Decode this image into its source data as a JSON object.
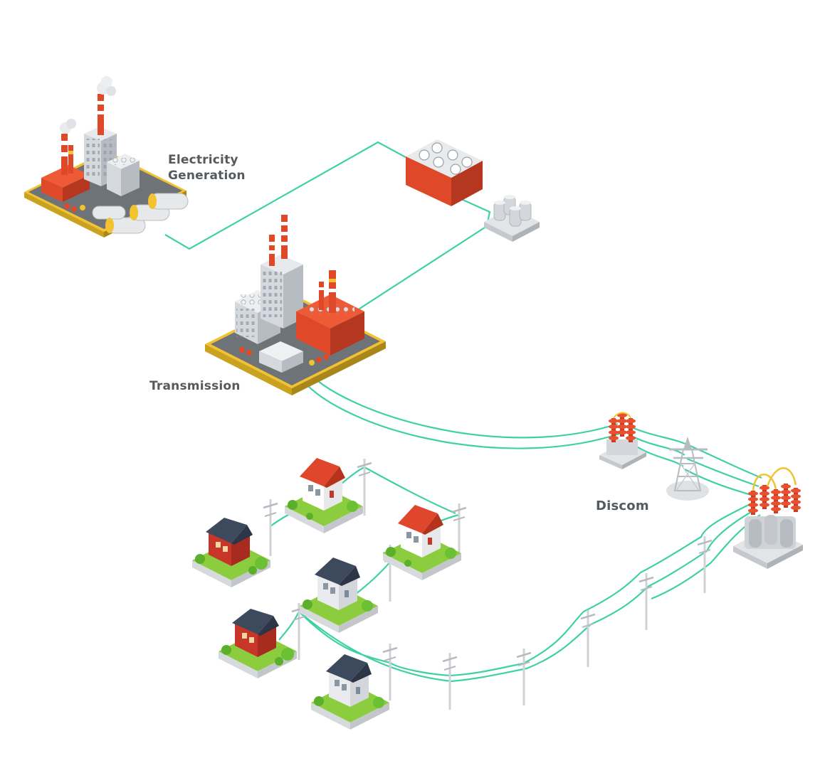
{
  "labels": {
    "generation_line1": "Electricity",
    "generation_line2": "Generation",
    "transmission": "Transmission",
    "discom": "Discom"
  },
  "colors": {
    "wire": "#3fd1a4",
    "label_text": "#555a5e",
    "factory_red": "#e0482a",
    "building_gray": "#d5d8dc",
    "platform_yellow": "#f2c230",
    "roof_red": "#e0462b",
    "roof_navy": "#3d4a5e",
    "grass_green": "#8ccc3f"
  },
  "icons": [
    "power-plant-icon",
    "cooling-unit-icon",
    "storage-tanks-icon",
    "transmission-plant-icon",
    "substation-icon",
    "transmission-tower-icon",
    "transformer-icon",
    "house-icon",
    "utility-pole-icon"
  ]
}
